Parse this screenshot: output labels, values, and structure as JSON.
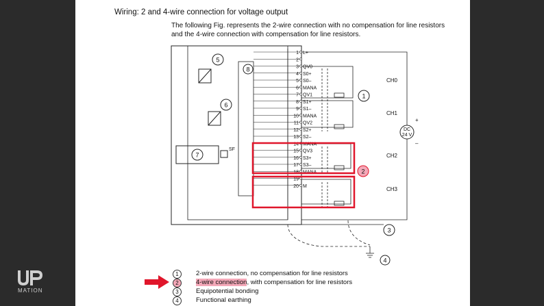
{
  "document": {
    "heading": "Wiring: 2 and 4-wire connection for voltage output",
    "intro_line1": "The following Fig. represents the 2-wire connection with no compensation for line resistors",
    "intro_line2": "and the 4-wire connection with compensation for line resistors."
  },
  "diagram": {
    "callouts": [
      "5",
      "8",
      "6",
      "7",
      "1",
      "2",
      "3",
      "4"
    ],
    "terminals": [
      {
        "num": "1",
        "label": "L+"
      },
      {
        "num": "2",
        "label": ""
      },
      {
        "num": "3",
        "label": "QV0"
      },
      {
        "num": "4",
        "label": "S0+"
      },
      {
        "num": "5",
        "label": "S0–"
      },
      {
        "num": "6",
        "label": "MANA"
      },
      {
        "num": "7",
        "label": "QV1"
      },
      {
        "num": "8",
        "label": "S1+"
      },
      {
        "num": "9",
        "label": "S1–"
      },
      {
        "num": "10",
        "label": "MANA"
      },
      {
        "num": "11",
        "label": "QV2"
      },
      {
        "num": "12",
        "label": "S2+"
      },
      {
        "num": "13",
        "label": "S2–"
      },
      {
        "num": "14",
        "label": "MANA"
      },
      {
        "num": "15",
        "label": "QV3"
      },
      {
        "num": "16",
        "label": "S3+"
      },
      {
        "num": "17",
        "label": "S3–"
      },
      {
        "num": "18",
        "label": "MANA"
      },
      {
        "num": "19",
        "label": ""
      },
      {
        "num": "20",
        "label": "M"
      }
    ],
    "channels": [
      "CH0",
      "CH1",
      "CH2",
      "CH3"
    ],
    "power": {
      "line1": "DC",
      "line2": "24 V",
      "plus": "+",
      "minus": "–"
    },
    "sf_label": "SF"
  },
  "legend": [
    {
      "num": "1",
      "text": "2-wire connection, no compensation for line resistors",
      "highlight": ""
    },
    {
      "num": "2",
      "text": ", with compensation for line resistors",
      "highlight": "4-wire connection"
    },
    {
      "num": "3",
      "text": "Equipotential bonding",
      "highlight": ""
    },
    {
      "num": "4",
      "text": "Functional earthing",
      "highlight": ""
    }
  ],
  "colors": {
    "highlight_box": "#e0162b",
    "highlight_fill": "#f4a8b8",
    "arrow": "#e0162b"
  },
  "branding": {
    "logo_text": "MATION",
    "logo_icon": "up-logo-icon"
  }
}
